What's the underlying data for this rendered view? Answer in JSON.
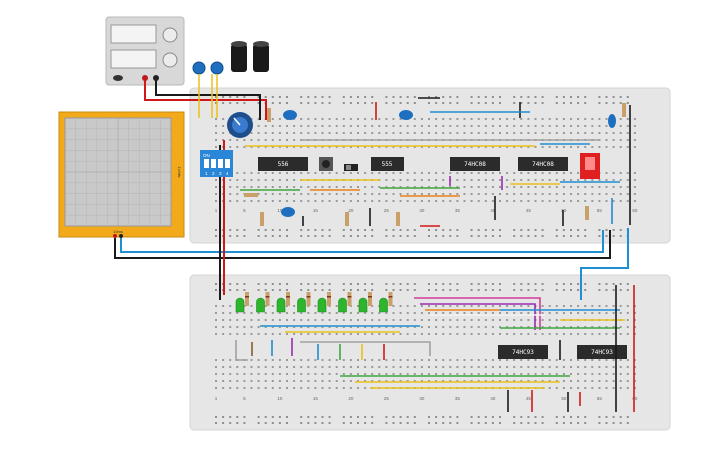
{
  "power_supply": {
    "label_plus": "+",
    "label_minus": "-"
  },
  "oscilloscope": {
    "side_label": "1V/div",
    "bottom_label": "10ms"
  },
  "dip_switch": {
    "on_label": "ON",
    "numbers": [
      "1",
      "2",
      "3",
      "4"
    ]
  },
  "chips": [
    {
      "id": "chip-556",
      "label": "556"
    },
    {
      "id": "chip-555",
      "label": "555"
    },
    {
      "id": "chip-74hc08-1",
      "label": "74HC08"
    },
    {
      "id": "chip-74hc08-2",
      "label": "74HC08"
    },
    {
      "id": "chip-74hc93-1",
      "label": "74HC93"
    },
    {
      "id": "chip-74hc93-2",
      "label": "74HC93"
    }
  ],
  "breadboard_top": {
    "column_numbers": [
      "1",
      "5",
      "10",
      "15",
      "20",
      "25",
      "30",
      "35",
      "40",
      "45",
      "50",
      "55",
      "60"
    ]
  },
  "breadboard_bottom": {
    "column_numbers": [
      "1",
      "5",
      "10",
      "15",
      "20",
      "25",
      "30",
      "35",
      "40",
      "45",
      "50",
      "55",
      "60"
    ]
  },
  "colors": {
    "board": "#e6e6e6",
    "osc_frame": "#f2a91a",
    "osc_screen": "#c9c9c9",
    "chip": "#2b2b2b",
    "led": "#2db62d",
    "dip": "#2a86d6",
    "slide_switch": "#e02020",
    "wire_red": "#d01818",
    "wire_black": "#1a1a1a",
    "wire_blue": "#1e8fd0",
    "wire_yellow": "#e8c21a",
    "wire_green": "#3fa63f",
    "wire_purple": "#9a2ab0",
    "wire_orange": "#e8801a",
    "wire_brown": "#8a5a2a",
    "wire_gray": "#a0a0a0",
    "wire_pink": "#d43b9a",
    "wire_white": "#f4f4f4"
  }
}
